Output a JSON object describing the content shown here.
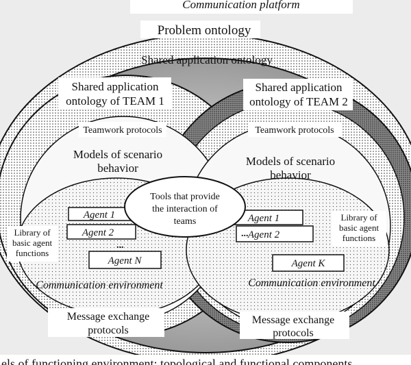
{
  "title": "Communication platform",
  "problem_ontology": "Problem ontology",
  "shared_ontology": "Shared application ontology",
  "team1": {
    "ontology": [
      "Shared application",
      "ontology of TEAM 1"
    ],
    "teamwork": "Teamwork protocols",
    "models": [
      "Models of scenario",
      "behavior"
    ],
    "library": [
      "Library of",
      "basic agent",
      "functions"
    ],
    "agents": [
      "Agent 1",
      "Agent 2",
      "Agent N"
    ],
    "dots": "...",
    "comm_env": "Communication environment",
    "message": [
      "Message exchange",
      "protocols"
    ]
  },
  "team2": {
    "ontology": [
      "Shared application",
      "ontology of TEAM 2"
    ],
    "teamwork": "Teamwork protocols",
    "models": [
      "Models of scenario",
      "behavior"
    ],
    "library": [
      "Library of",
      "basic agent",
      "functions"
    ],
    "agents": [
      "Agent 1",
      "Agent 2",
      "Agent K"
    ],
    "dots": "...",
    "comm_env": "Communication environment",
    "message": [
      "Message exchange",
      "protocols"
    ]
  },
  "tools": [
    "Tools that provide",
    "the interaction of",
    "teams"
  ],
  "caption": "els of functioning environment: topological and functional components"
}
